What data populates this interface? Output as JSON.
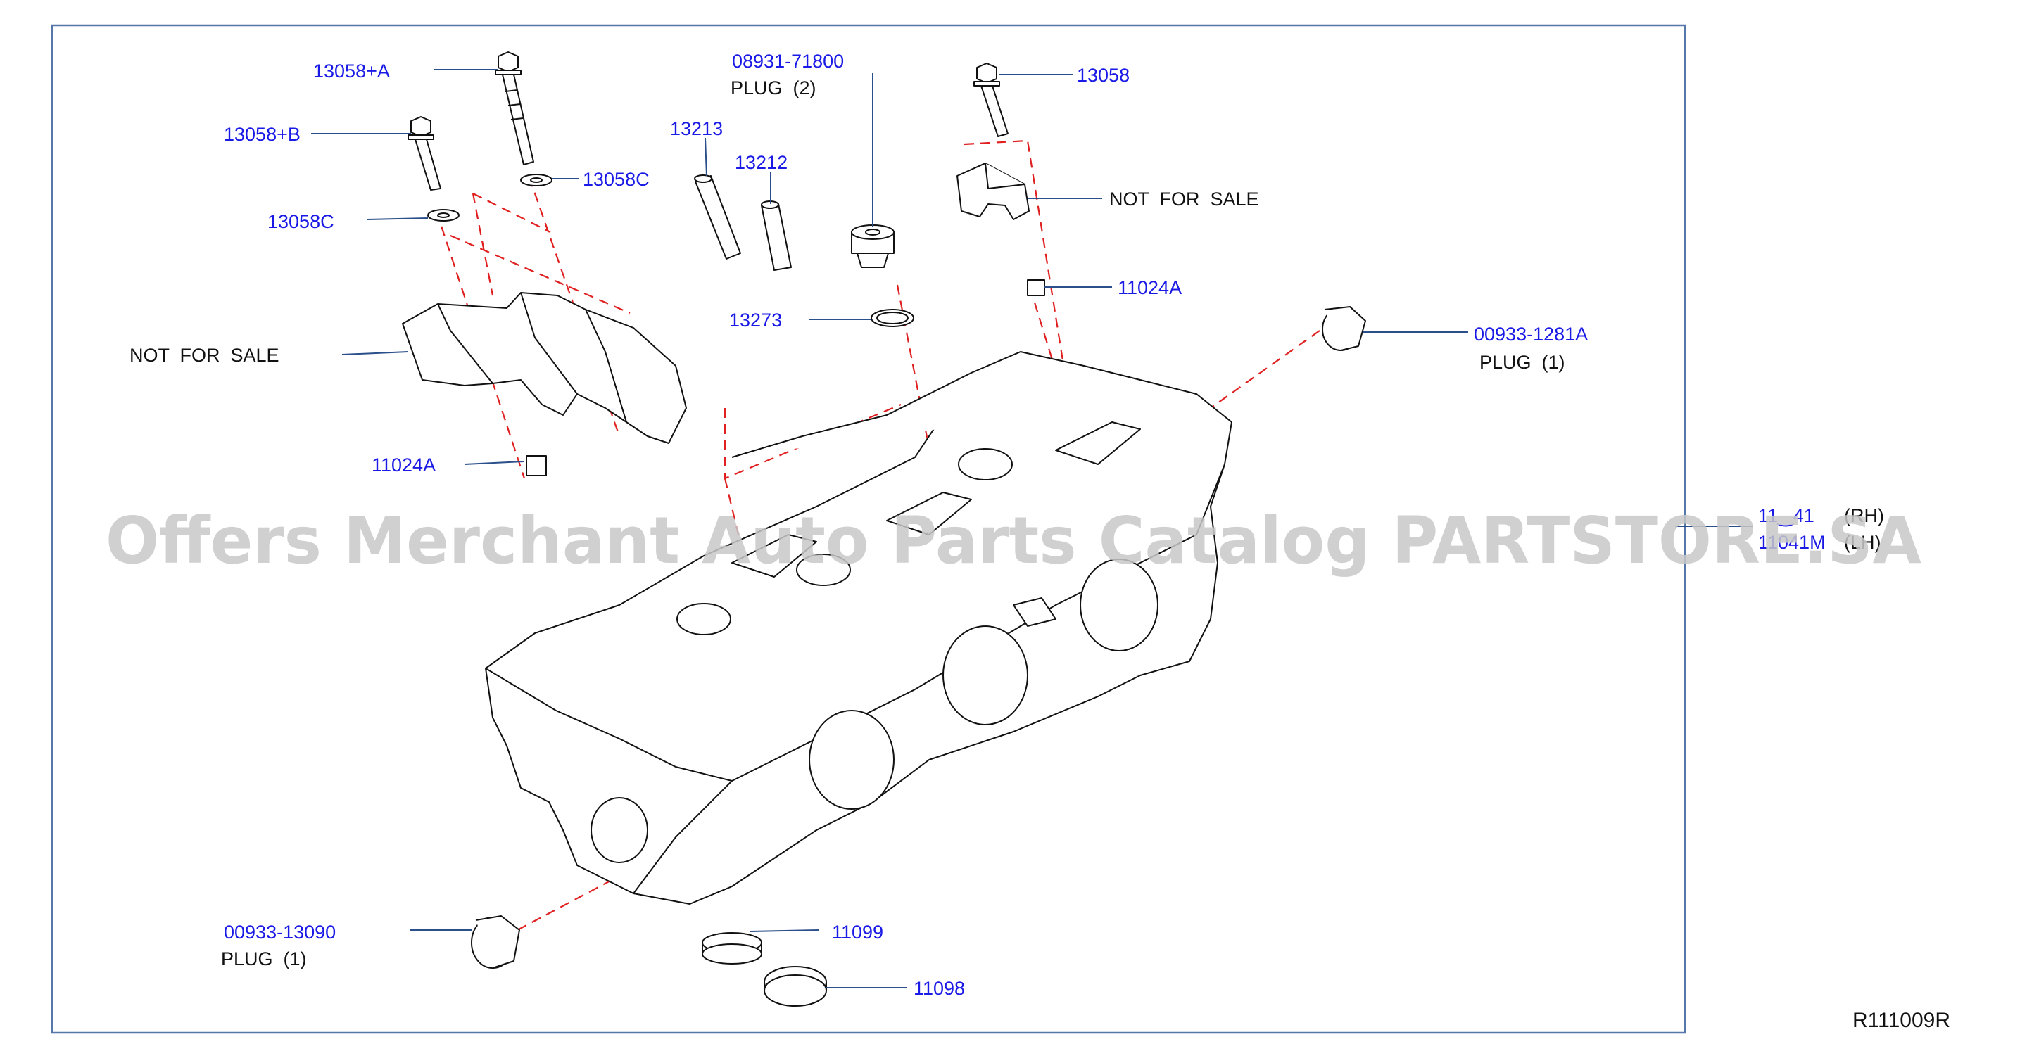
{
  "callouts": {
    "c13058A": "13058+A",
    "c13058B": "13058+B",
    "c13058C_top": "13058C",
    "c13058C_left": "13058C",
    "c13213": "13213",
    "c13212": "13212",
    "c08931": "08931-71800",
    "c08931_note": "PLUG  (2)",
    "c13058": "13058",
    "nfs_right": "NOT  FOR  SALE",
    "nfs_left": "NOT  FOR  SALE",
    "c11024A_right": "11024A",
    "c13273": "13273",
    "c00933_1281A": "00933-1281A",
    "c00933_1281A_note": "PLUG  (1)",
    "c11024A_left": "11024A",
    "c_head_a": "11‿41",
    "c_head_a_side": "(RH)",
    "c_head_b": "11041M",
    "c_head_b_side": "(LH)",
    "c00933_13090": "00933-13090",
    "c00933_13090_note": "PLUG  (1)",
    "c11099": "11099",
    "c11098": "11098"
  },
  "diagram_code": "R111009R",
  "watermark": "Offers Merchant Auto Parts Catalog PARTSTORE.SA",
  "colors": {
    "callout_blue": "#1a1ae6",
    "frame_blue": "#5577aa",
    "leader_blue": "#2a4f8a",
    "dash_red": "#e02020",
    "ink": "#111111",
    "watermark_gray": "#c8c8c8"
  }
}
